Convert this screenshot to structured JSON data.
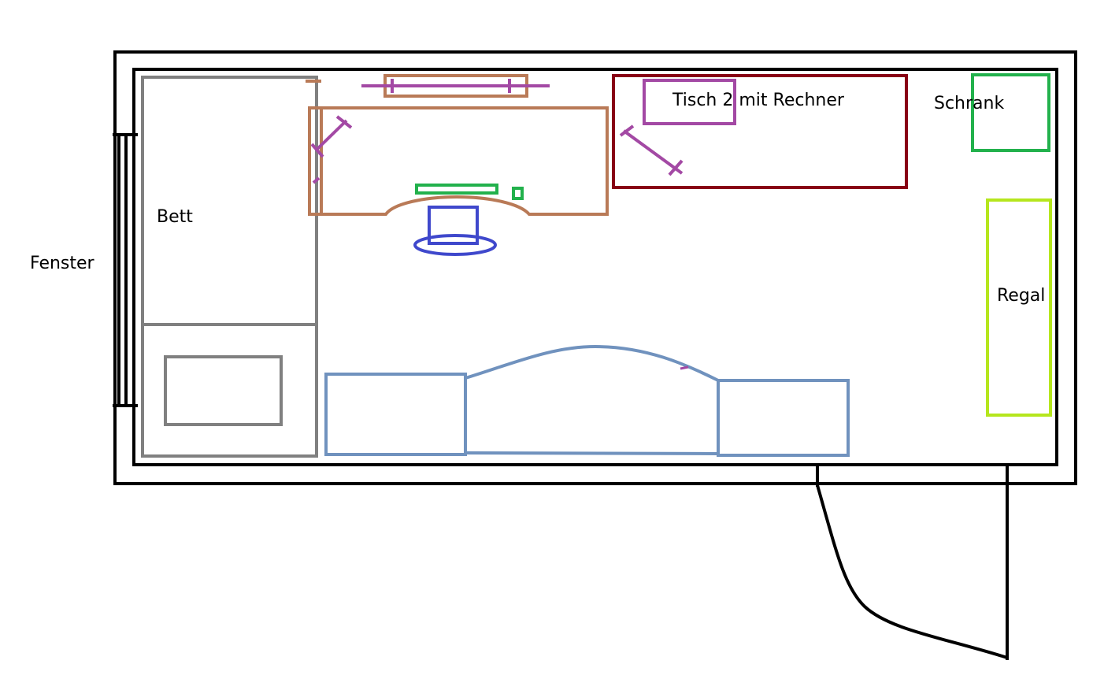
{
  "labels": {
    "fenster": "Fenster",
    "bett": "Bett",
    "tisch2": "Tisch 2 mit Rechner",
    "schrank": "Schrank",
    "regal": "Regal"
  },
  "colors": {
    "wall": "#000000",
    "bed": "#808080",
    "desk": "#b97a57",
    "lamp": "#a349a4",
    "table2": "#880015",
    "wardrobe": "#22b14c",
    "shelf": "#b5e61d",
    "chair": "#3f48cc",
    "sofa": "#7092be",
    "small_item": "#22b14c"
  }
}
